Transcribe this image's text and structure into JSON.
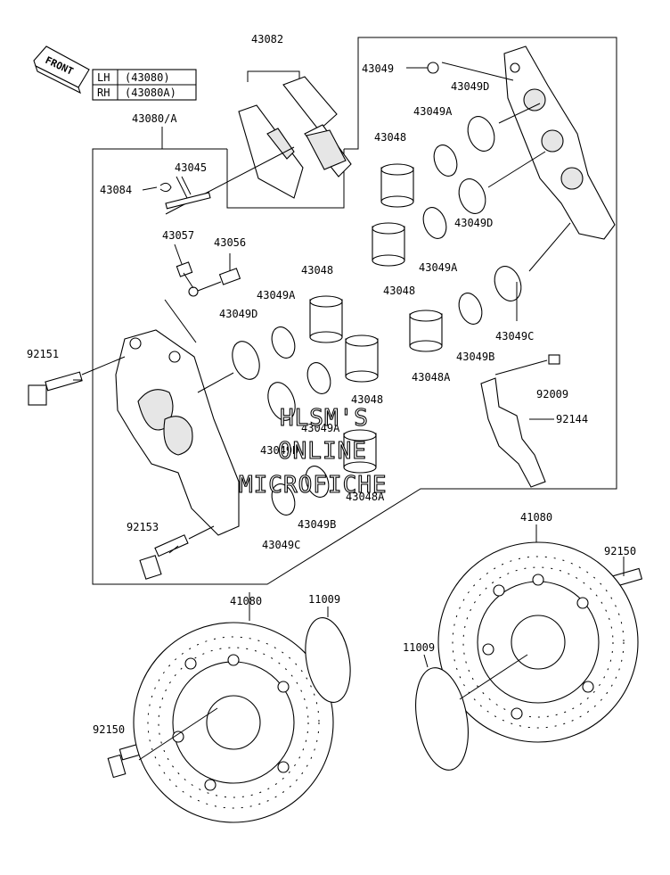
{
  "front_badge": "FRONT",
  "side_table": [
    {
      "side": "LH",
      "part": "(43080)"
    },
    {
      "side": "RH",
      "part": "(43080A)"
    }
  ],
  "labels": {
    "l43082": "43082",
    "l43080a": "43080/A",
    "l43045": "43045",
    "l43084": "43084",
    "l43057": "43057",
    "l43056": "43056",
    "l92151": "92151",
    "l92153": "92153",
    "l43048_a": "43048",
    "l43049a_a": "43049A",
    "l43049d_a": "43049D",
    "l43048_b": "43048",
    "l43049a_b": "43049A",
    "l43049d_b": "43049D",
    "l43049b_a": "43049B",
    "l43049c_a": "43049C",
    "l43048a_a": "43048A",
    "l43049_top": "43049",
    "l43049d_c": "43049D",
    "l43049a_c": "43049A",
    "l43048_c": "43048",
    "l43048_d": "43048",
    "l43049d_d": "43049D",
    "l43049a_d": "43049A",
    "l43048a_b": "43048A",
    "l43049b_b": "43049B",
    "l43049c_b": "43049C",
    "l92009": "92009",
    "l92144": "92144",
    "l41080_r": "41080",
    "l92150_r": "92150",
    "l11009_r": "11009",
    "l41080_l": "41080",
    "l11009_l": "11009",
    "l92150_l": "92150"
  },
  "watermark": [
    "HLSM'S",
    "ONLINE",
    "MICROFICHE"
  ]
}
